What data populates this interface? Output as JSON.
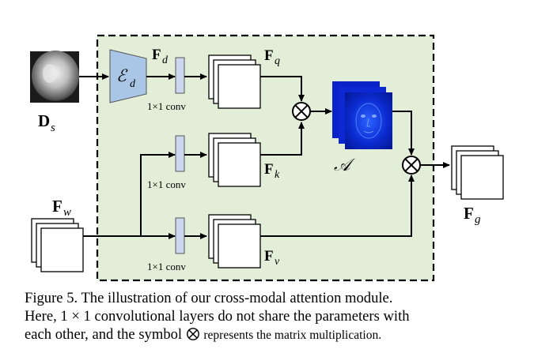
{
  "diagram": {
    "input_depth_label": "D",
    "input_depth_sub": "s",
    "encoder_label": "ℰ",
    "encoder_sub": "d",
    "encoder_feature_label": "F",
    "encoder_feature_sub": "d",
    "conv_label": "1×1 conv",
    "query_label": "F",
    "query_sub": "q",
    "key_label": "F",
    "key_sub": "k",
    "value_label": "F",
    "value_sub": "v",
    "input_feature_label": "F",
    "input_feature_sub": "w",
    "attention_label": "𝒜",
    "output_label": "F",
    "output_sub": "g",
    "multiply_symbol": "⊗",
    "colors": {
      "module_bg": "#e3eed9",
      "conv_fill": "#ccd6ef",
      "encoder_fill": "#a9c6e6",
      "attention_blue": "#0a23c8"
    }
  },
  "caption": {
    "line1": "Figure 5.  The illustration of our cross-modal attention module.",
    "line2": "Here, 1 × 1 convolutional layers do not share the parameters with",
    "line3a": "each other, and the symbol",
    "line3b": "represents the matrix multiplication."
  }
}
